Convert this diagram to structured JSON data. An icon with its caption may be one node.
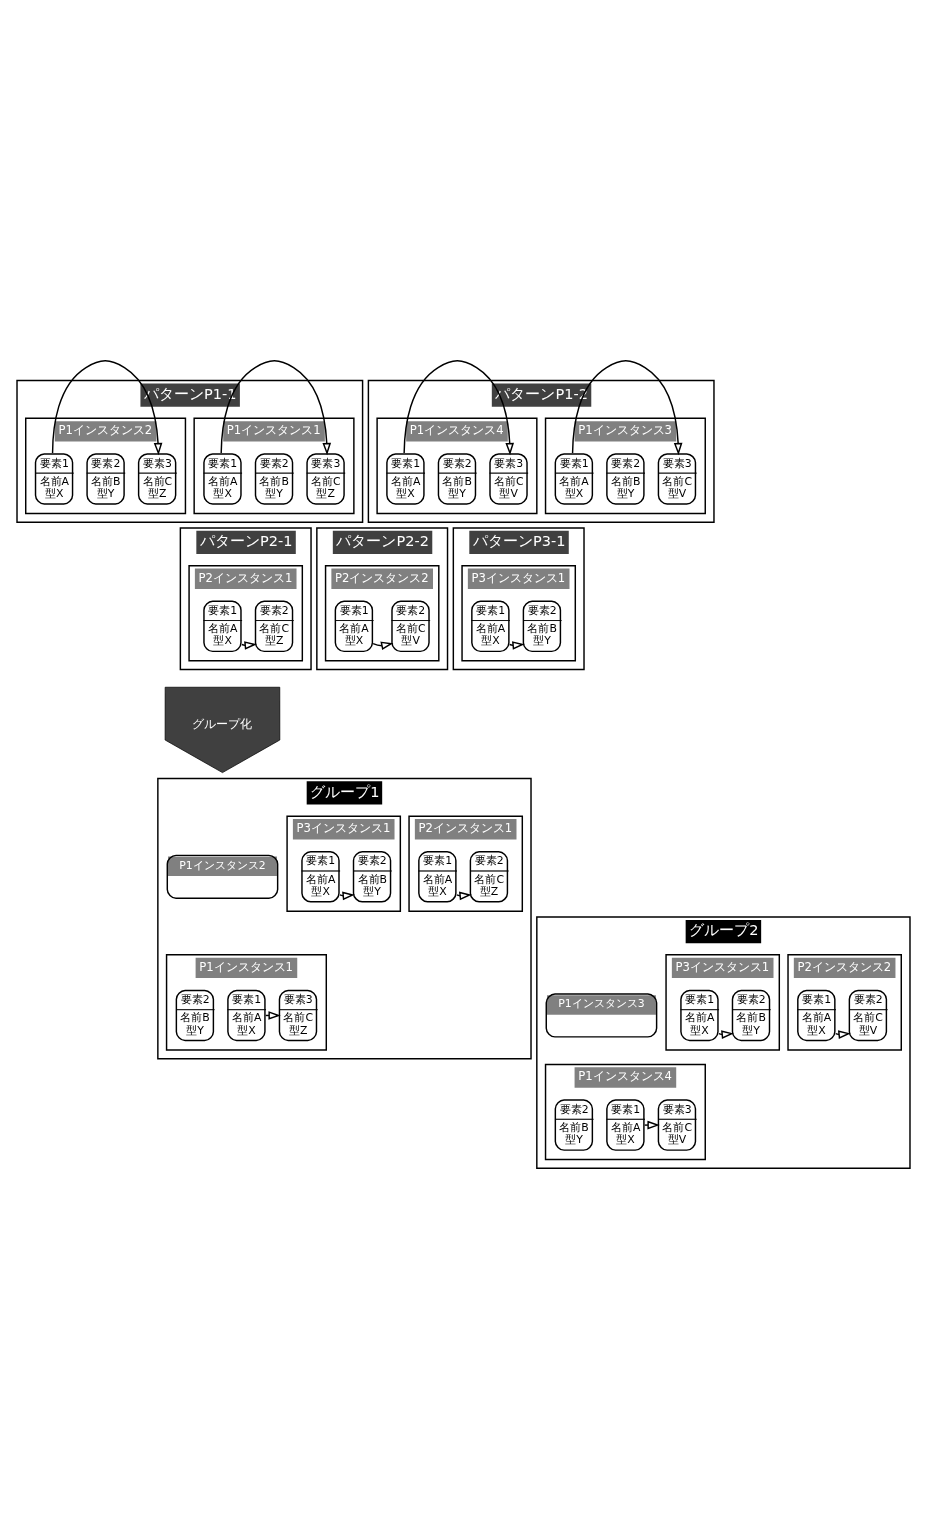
{
  "diagram": {
    "nodes": [
      {
        "text": [
          "パターンP1-1"
        ]
      },
      {
        "text": [
          "P1インスタンス1"
        ],
        "in": 0
      },
      {
        "text": [
          "要素1",
          "名前A",
          "型X"
        ],
        "in": 1
      },
      {
        "text": [
          "要素2",
          "名前B",
          "型Y"
        ],
        "in": 1
      },
      {
        "text": [
          "要素3",
          "名前C",
          "型Z"
        ],
        "in": 1
      },
      {
        "text": [
          "P1インスタンス2"
        ],
        "in": 0
      },
      {
        "text": [
          "要素1",
          "名前A",
          "型X"
        ],
        "in": 5
      },
      {
        "text": [
          "要素2",
          "名前B",
          "型Y"
        ],
        "in": 5
      },
      {
        "text": [
          "要素3",
          "名前C",
          "型Z"
        ],
        "in": 5
      },
      {
        "text": [
          "パターンP1-2"
        ]
      },
      {
        "text": [
          "P1インスタンス3"
        ],
        "in": 9
      },
      {
        "text": [
          "要素1",
          "名前A",
          "型X"
        ],
        "in": 10
      },
      {
        "text": [
          "要素2",
          "名前B",
          "型Y"
        ],
        "in": 10
      },
      {
        "text": [
          "要素3",
          "名前C",
          "型V"
        ],
        "in": 10
      },
      {
        "text": [
          "P1インスタンス4"
        ],
        "in": 9
      },
      {
        "text": [
          "要素1",
          "名前A",
          "型X"
        ],
        "in": 14
      },
      {
        "text": [
          "要素2",
          "名前B",
          "型Y"
        ],
        "in": 14
      },
      {
        "text": [
          "要素3",
          "名前C",
          "型V"
        ],
        "in": 14
      },
      {
        "text": [
          "パターンP2-1"
        ]
      },
      {
        "text": [
          "P2インスタンス1"
        ],
        "in": 18
      },
      {
        "text": [
          "要素1",
          "名前A",
          "型X"
        ],
        "in": 19
      },
      {
        "text": [
          "要素2",
          "名前C",
          "型Z"
        ],
        "in": 19
      },
      {
        "text": [
          "パターンP2-2"
        ]
      },
      {
        "text": [
          "P2インスタンス2"
        ],
        "in": 22
      },
      {
        "text": [
          "要素1",
          "名前A",
          "型X"
        ],
        "in": 23
      },
      {
        "text": [
          "要素2",
          "名前C",
          "型V"
        ],
        "in": 23
      },
      {
        "text": [
          "パターンP3-1"
        ]
      },
      {
        "text": [
          "P3インスタンス1"
        ],
        "in": 26
      },
      {
        "text": [
          "要素1",
          "名前A",
          "型X"
        ],
        "in": 27
      },
      {
        "text": [
          "要素2",
          "名前B",
          "型Y"
        ],
        "in": 27
      },
      {
        "text": [
          "グループ化"
        ]
      },
      {
        "text": [
          "グループ1"
        ]
      },
      {
        "text": [
          "P1インスタンス2"
        ],
        "in": 31
      },
      {
        "text": [
          "P1インスタンス1"
        ],
        "in": 31
      },
      {
        "text": [
          "要素1",
          "名前A",
          "型X"
        ],
        "in": 33
      },
      {
        "text": [
          "要素2",
          "名前B",
          "型Y"
        ],
        "in": 33
      },
      {
        "text": [
          "要素3",
          "名前C",
          "型Z"
        ],
        "in": 33
      },
      {
        "text": [
          "P2インスタンス1"
        ],
        "in": 31
      },
      {
        "text": [
          "要素1",
          "名前A",
          "型X"
        ],
        "in": 37
      },
      {
        "text": [
          "要素2",
          "名前C",
          "型Z"
        ],
        "in": 37
      },
      {
        "text": [
          "P3インスタンス1"
        ],
        "in": 31
      },
      {
        "text": [
          "要素1",
          "名前A",
          "型X"
        ],
        "in": 40
      },
      {
        "text": [
          "要素2",
          "名前B",
          "型Y"
        ],
        "in": 40
      },
      {
        "text": [
          "グループ2"
        ]
      },
      {
        "text": [
          "P1インスタンス3"
        ],
        "in": 43
      },
      {
        "text": [
          "P1インスタンス4"
        ],
        "in": 43
      },
      {
        "text": [
          "要素1",
          "名前A",
          "型X"
        ],
        "in": 45
      },
      {
        "text": [
          "要素2",
          "名前B",
          "型Y"
        ],
        "in": 45
      },
      {
        "text": [
          "要素3",
          "名前C",
          "型V"
        ],
        "in": 45
      },
      {
        "text": [
          "P2インスタンス2"
        ],
        "in": 43
      },
      {
        "text": [
          "要素1",
          "名前A",
          "型X"
        ],
        "in": 49
      },
      {
        "text": [
          "要素2",
          "名前C",
          "型V"
        ],
        "in": 49
      },
      {
        "text": [
          "P3インスタンス1"
        ],
        "in": 43
      },
      {
        "text": [
          "要素1",
          "名前A",
          "型X"
        ],
        "in": 52
      },
      {
        "text": [
          "要素2",
          "名前B",
          "型Y"
        ],
        "in": 52
      }
    ],
    "edges": [
      {
        "from": 2,
        "to": 4,
        "arrow": "to"
      },
      {
        "from": 6,
        "to": 8,
        "arrow": "to"
      },
      {
        "from": 11,
        "to": 13,
        "arrow": "to"
      },
      {
        "from": 15,
        "to": 17,
        "arrow": "to"
      },
      {
        "from": 20,
        "to": 21,
        "arrow": "to"
      },
      {
        "from": 24,
        "to": 25,
        "arrow": "to"
      },
      {
        "from": 28,
        "to": 29,
        "arrow": "to"
      },
      {
        "from": 34,
        "to": 36,
        "arrow": "to"
      },
      {
        "from": 38,
        "to": 39,
        "arrow": "to"
      },
      {
        "from": 41,
        "to": 42,
        "arrow": "to"
      },
      {
        "from": 46,
        "to": 48,
        "arrow": "to"
      },
      {
        "from": 50,
        "to": 51,
        "arrow": "to"
      },
      {
        "from": 53,
        "to": 54,
        "arrow": "to"
      }
    ]
  }
}
